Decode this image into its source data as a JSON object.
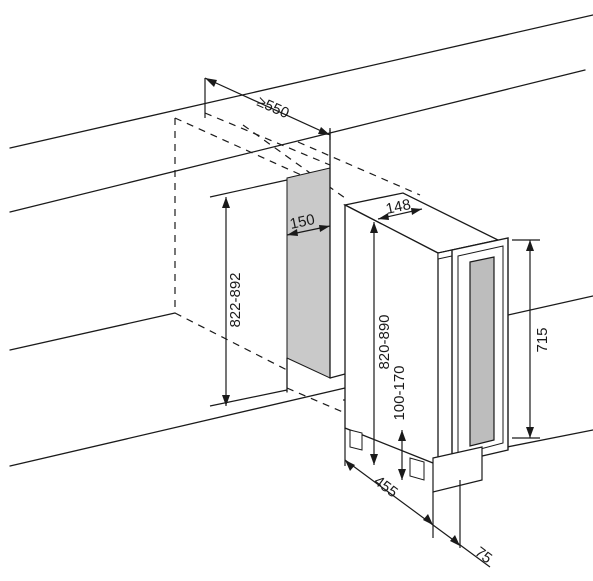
{
  "dimensions": {
    "cabinet_depth": "≥550",
    "niche_width": "150",
    "unit_width": "148",
    "niche_height": "822-892",
    "unit_height": "820-890",
    "door_height": "715",
    "plinth_height": "100-170",
    "unit_depth": "455",
    "door_depth": "75"
  },
  "colors": {
    "line": "#1a1a1a",
    "niche_fill": "#c9c9c9",
    "door_glass": "#bdbdbd",
    "background": "#ffffff"
  }
}
